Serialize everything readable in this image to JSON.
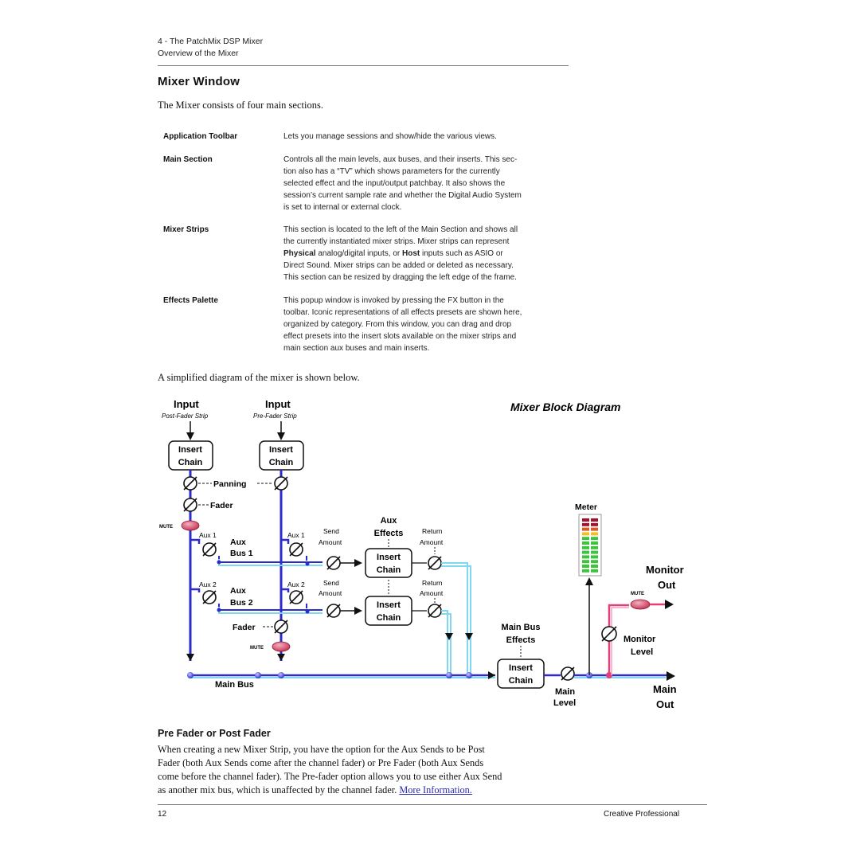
{
  "header": {
    "chapter": "4 - The PatchMix DSP Mixer",
    "section": "Overview of the Mixer"
  },
  "title": "Mixer Window",
  "intro": "The Mixer consists of four main sections.",
  "sections": [
    {
      "term": "Application Toolbar",
      "lines": [
        "Lets you manage sessions and show/hide the various views."
      ]
    },
    {
      "term": "Main Section",
      "lines": [
        "Controls all the main levels, aux buses, and their inserts. This sec-",
        "tion also has a “TV” which shows parameters for the currently",
        "selected effect and the input/output patchbay. It also shows the",
        "session’s current sample rate and whether the Digital Audio System",
        "is set to internal or external clock."
      ]
    },
    {
      "term": "Mixer Strips",
      "lines": [
        "This section is located to the left of the Main Section and shows all",
        "the currently instantiated mixer strips. Mixer strips can represent",
        "Physical analog/digital inputs, or Host inputs such as ASIO or",
        "Direct Sound. Mixer strips can be added or deleted as necessary.",
        "This section can be resized by dragging the left edge of the frame."
      ]
    },
    {
      "term": "Effects Palette",
      "lines": [
        "This popup window is invoked by pressing the FX button in the",
        "toolbar. Iconic representations of all effects presets are shown here,",
        "organized by category. From this window, you can drag and drop",
        "effect presets into the insert slots available on the mixer strips and",
        "main section aux buses and main inserts."
      ]
    }
  ],
  "diagram_intro": "A simplified diagram of the mixer is shown below.",
  "diagram": {
    "title": "Mixer Block Diagram",
    "input1": "Input",
    "input1_sub": "Post-Fader Strip",
    "input2": "Input",
    "input2_sub": "Pre-Fader Strip",
    "insert": "Insert",
    "chain": "Chain",
    "panning": "Panning",
    "fader": "Fader",
    "fader2": "Fader",
    "mute": "MUTE",
    "aux1": "Aux 1",
    "aux2": "Aux 2",
    "aux_bus1_a": "Aux",
    "aux_bus1_b": "Bus 1",
    "aux_bus2_a": "Aux",
    "aux_bus2_b": "Bus 2",
    "send": "Send",
    "amount": "Amount",
    "return": "Return",
    "aux_effects_a": "Aux",
    "aux_effects_b": "Effects",
    "main_bus": "Main Bus",
    "main_bus_effects_a": "Main Bus",
    "main_bus_effects_b": "Effects",
    "meter": "Meter",
    "monitor_out_a": "Monitor",
    "monitor_out_b": "Out",
    "monitor_level_a": "Monitor",
    "monitor_level_b": "Level",
    "main_level_a": "Main",
    "main_level_b": "Level",
    "main_out_a": "Main",
    "main_out_b": "Out"
  },
  "subheading": "Pre Fader or Post Fader",
  "paragraph": {
    "lines": [
      "When creating a new Mixer Strip, you have the option for the Aux Sends to be Post",
      "Fader (both Aux Sends come after the channel fader) or Pre Fader (both Aux Sends",
      "come before the channel fader). The Pre-fader option allows you to use either Aux Send",
      "as another mix bus, which is unaffected by the channel fader."
    ],
    "link": "More Information."
  },
  "footer": {
    "page_number": "12",
    "publisher": "Creative Professional"
  },
  "colors": {
    "bus_blue": "#2b2bd0",
    "aux_cyan": "#7fd8f0",
    "monitor_pink": "#e0407a",
    "mute_red": "#d04060"
  }
}
